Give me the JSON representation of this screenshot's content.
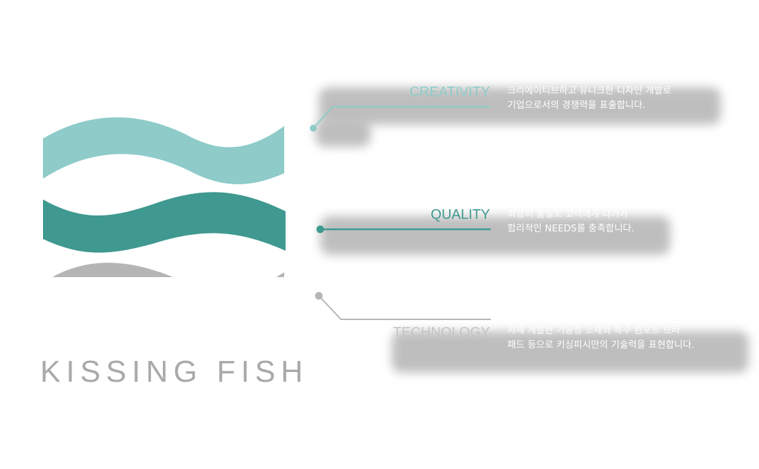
{
  "brand": {
    "name": "KISSING FISH"
  },
  "colors": {
    "creativity": "#8ecbc9",
    "quality": "#3f9990",
    "technology": "#b4b5b4",
    "brand_text": "#a9a9a9"
  },
  "items": [
    {
      "label": "CREATIVITY",
      "desc_line1": "크리에이티브하고 유니크한 디자인 개발로",
      "desc_line2": "기업으로서의 경쟁력을 표출합니다."
    },
    {
      "label": "QUALITY",
      "desc_line1": "최상의 품질로 고객에게 다가가",
      "desc_line2": "합리적인 NEEDS를 충족합니다."
    },
    {
      "label": "TECHNOLOGY",
      "desc_line1": "자체 개발한 기능성 소재와 특수 컴포트 브라",
      "desc_line2": "패드 등으로 키싱피시만의 기술력을 표현합니다."
    }
  ]
}
